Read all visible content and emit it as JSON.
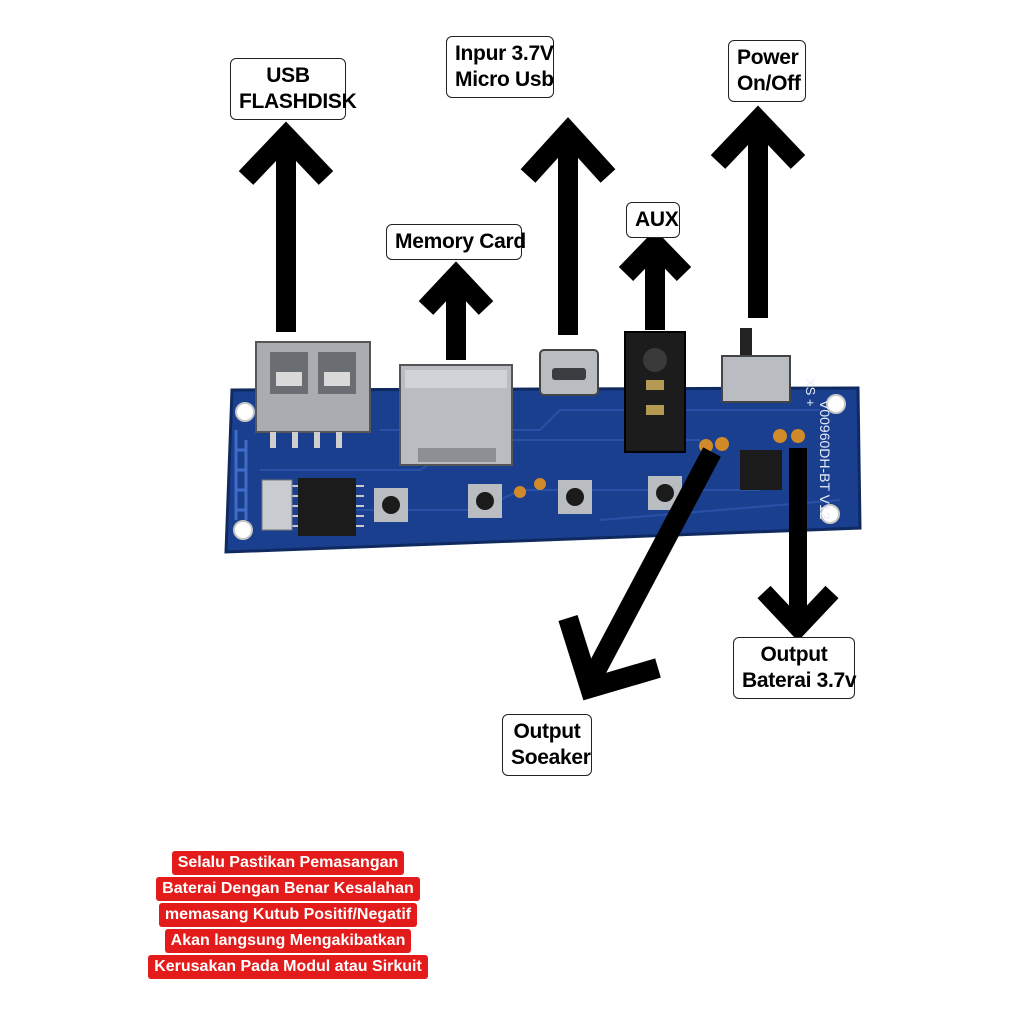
{
  "labels": {
    "usb_flashdisk": [
      "USB",
      "FLASHDISK"
    ],
    "input_micro_usb": [
      "Inpur 3.7V",
      "Micro Usb"
    ],
    "power": [
      "Power",
      "On/Off"
    ],
    "aux": "AUX",
    "memory_card": "Memory Card",
    "output_speaker": [
      "Output",
      "Soeaker"
    ],
    "output_battery": [
      "Output",
      "Baterai 3.7v"
    ]
  },
  "board": {
    "silkscreen_model": "V00960DH-BT V12",
    "silkscreen_xs": "XS +",
    "colors": {
      "pcb": "#1b3f8f",
      "pcb_dark": "#122c66",
      "metal": "#b9bcc0",
      "chip": "#1b1b1b"
    }
  },
  "warning": [
    "Selalu Pastikan Pemasangan",
    "Baterai Dengan Benar Kesalahan",
    "memasang Kutub Positif/Negatif",
    "Akan langsung Mengakibatkan",
    "Kerusakan Pada Modul atau Sirkuit"
  ],
  "colors": {
    "warning_bg": "#e31b1b",
    "arrow": "#000000"
  }
}
